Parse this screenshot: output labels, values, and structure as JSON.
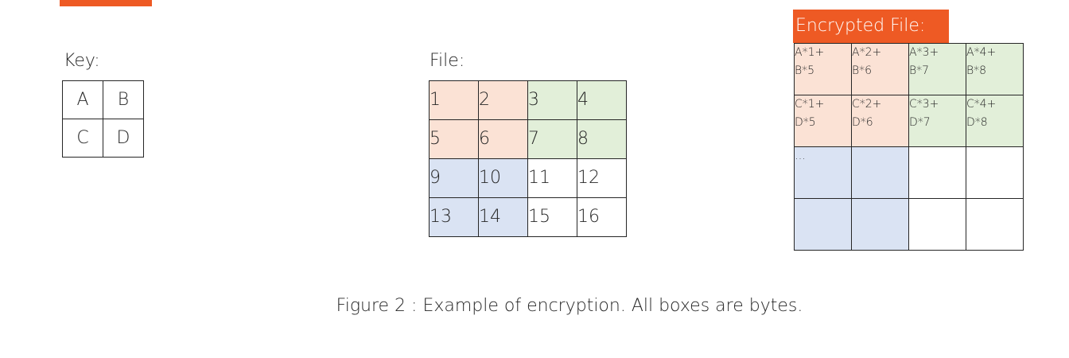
{
  "key": {
    "label": "Key:",
    "rows": [
      [
        "A",
        "B"
      ],
      [
        "C",
        "D"
      ]
    ]
  },
  "file": {
    "label": "File:",
    "rows": [
      [
        "1",
        "2",
        "3",
        "4"
      ],
      [
        "5",
        "6",
        "7",
        "8"
      ],
      [
        "9",
        "10",
        "11",
        "12"
      ],
      [
        "13",
        "14",
        "15",
        "16"
      ]
    ]
  },
  "encrypted": {
    "label": "Encrypted File:",
    "rows": [
      [
        {
          "l1": "A*1+",
          "l2": "B*5"
        },
        {
          "l1": "A*2+",
          "l2": "B*6"
        },
        {
          "l1": "A*3+",
          "l2": "B*7"
        },
        {
          "l1": "A*4+",
          "l2": "B*8"
        }
      ],
      [
        {
          "l1": "C*1+",
          "l2": "D*5"
        },
        {
          "l1": "C*2+",
          "l2": "D*6"
        },
        {
          "l1": "C*3+",
          "l2": "D*7"
        },
        {
          "l1": "C*4+",
          "l2": "D*8"
        }
      ],
      [
        {
          "l1": "…",
          "l2": ""
        },
        {
          "l1": "",
          "l2": ""
        },
        {
          "l1": "",
          "l2": ""
        },
        {
          "l1": "",
          "l2": ""
        }
      ],
      [
        {
          "l1": "",
          "l2": ""
        },
        {
          "l1": "",
          "l2": ""
        },
        {
          "l1": "",
          "l2": ""
        },
        {
          "l1": "",
          "l2": ""
        }
      ]
    ]
  },
  "caption": "Figure 2 : Example of encryption. All boxes are bytes.",
  "colors": {
    "accent": "#ee5a24",
    "quadrant_top_left": "#fbe2d5",
    "quadrant_top_right": "#e2efd9",
    "quadrant_bottom_left": "#dae3f3",
    "quadrant_bottom_right": "#ffffff"
  }
}
